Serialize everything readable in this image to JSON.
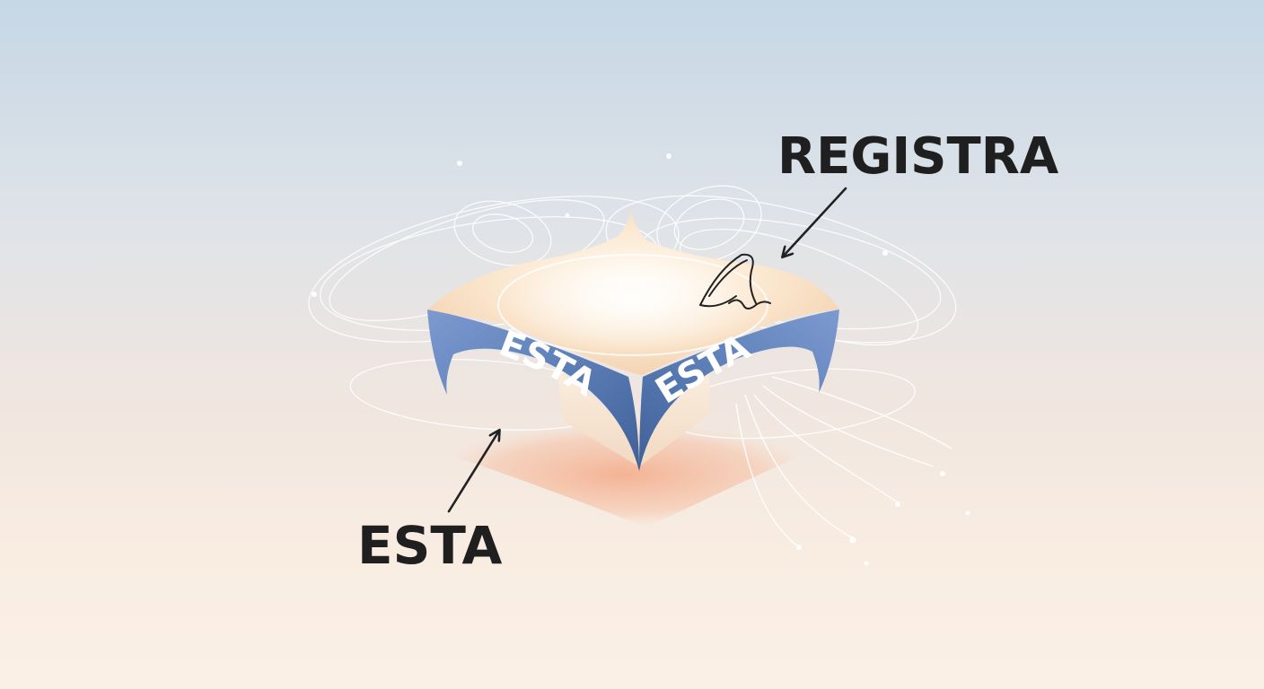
{
  "callouts": {
    "top_right": "REGISTRA",
    "bottom_left": "ESTA"
  },
  "object_labels": {
    "left_face": "ESTA",
    "right_face": "ESTA"
  },
  "colors": {
    "background_top": "#c6d7e6",
    "background_bottom": "#faf0e6",
    "band_blue": "#5d7fb8",
    "shadow_peach": "#f4a987",
    "arrow": "#222222",
    "label_text": "#1f1f1f"
  }
}
